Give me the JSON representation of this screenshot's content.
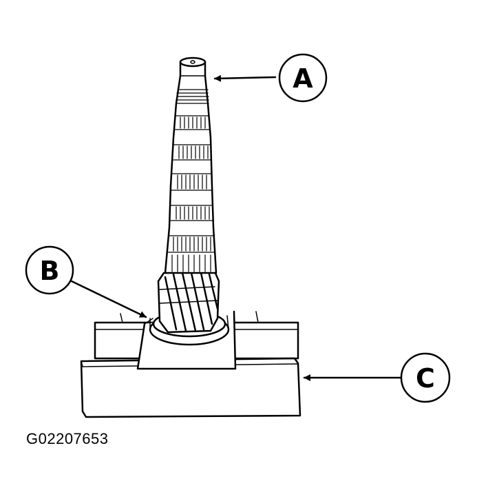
{
  "callouts": {
    "a": "A",
    "b": "B",
    "c": "C"
  },
  "figure_id": "G02207653",
  "colors": {
    "ink": "#000000",
    "background": "#ffffff"
  }
}
